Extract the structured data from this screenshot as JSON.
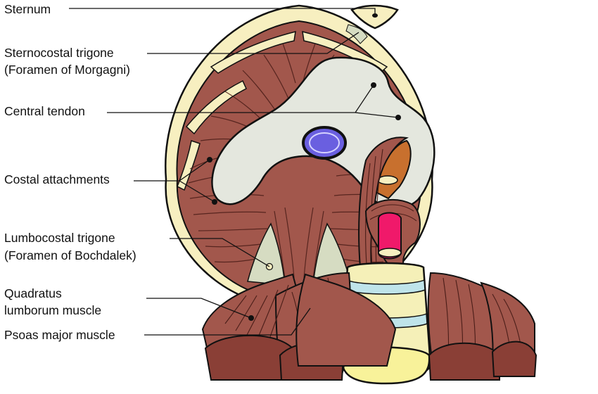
{
  "labels": {
    "sternum": "Sternum",
    "sternocostal_1": "Sternocostal trigone",
    "sternocostal_2": "(Foramen of Morgagni)",
    "central_tendon": "Central tendon",
    "costal_attachments": "Costal attachments",
    "lumbocostal_1": "Lumbocostal trigone",
    "lumbocostal_2": "(Foramen of Bochdalek)",
    "quadratus_1": "Quadratus",
    "quadratus_2": "lumborum muscle",
    "psoas": "Psoas major muscle"
  },
  "colors": {
    "muscle": "#a2574c",
    "muscle_dark": "#6e2e27",
    "muscle_light": "#b86a5e",
    "rib_cartilage": "#f7efc0",
    "central_tendon": "#e4e7de",
    "trigone_fill": "#d6dcc2",
    "ivc_opening": "#6a5fe0",
    "aorta_lumen": "#f0196a",
    "esophagus": "#c8702e",
    "vertebra": "#f5f0b8",
    "disc": "#bfe4ea",
    "vertebral_canal": "#f8f29a",
    "outline": "#111111"
  }
}
